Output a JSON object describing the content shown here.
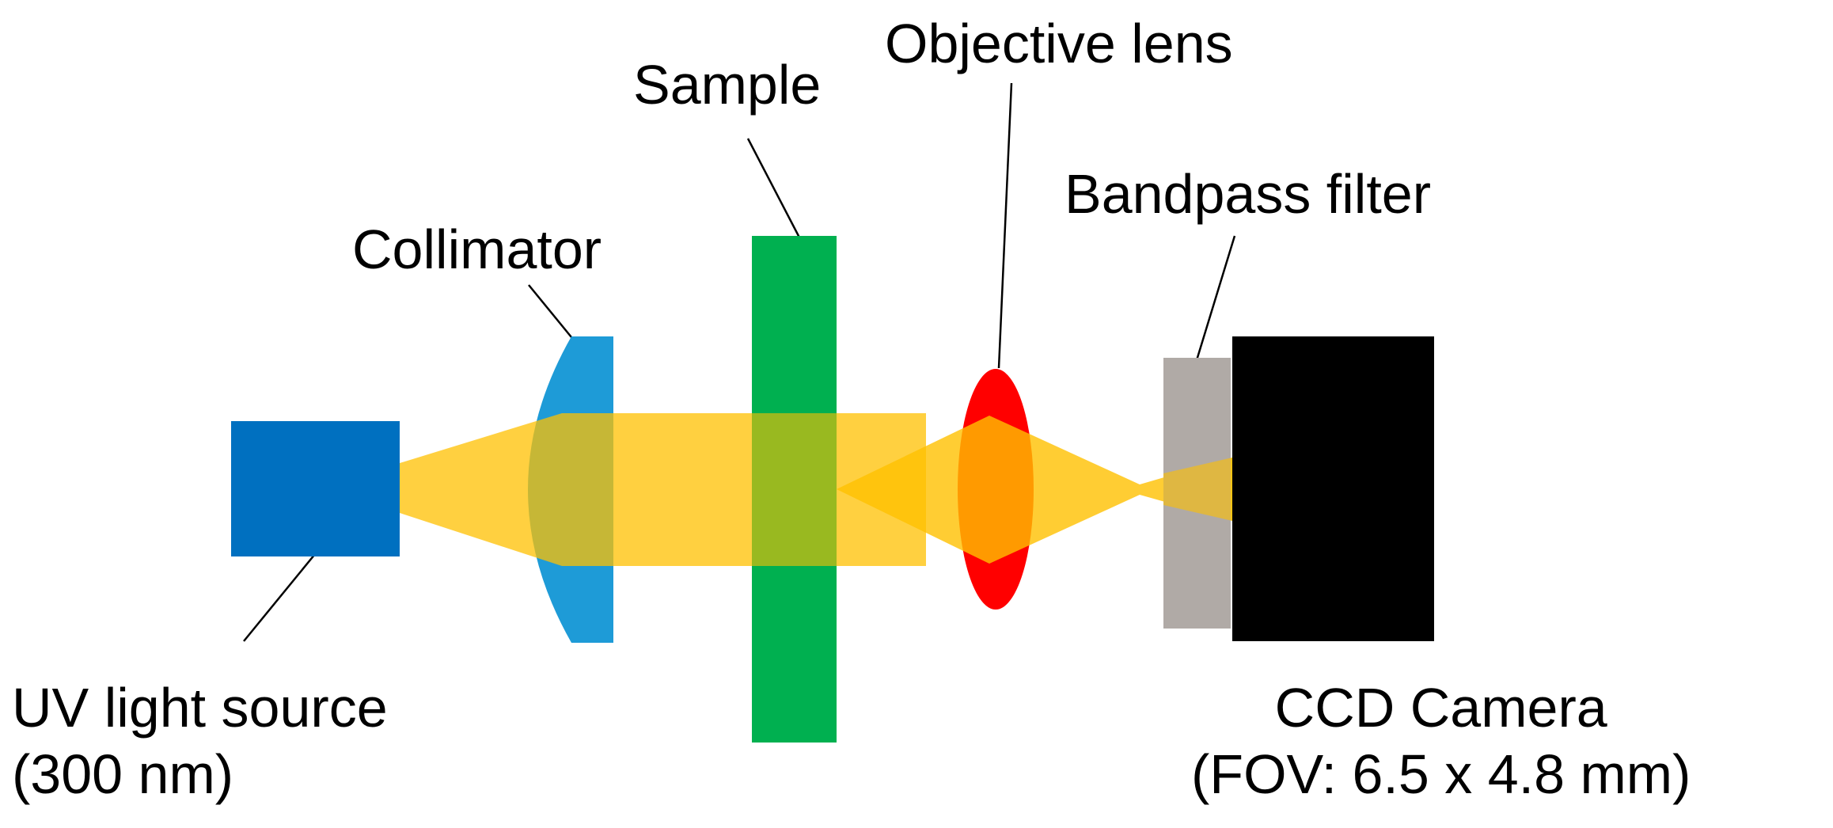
{
  "labels": {
    "sample": "Sample",
    "objective_lens": "Objective lens",
    "bandpass_filter": "Bandpass filter",
    "collimator": "Collimator",
    "uv_source_line1": "UV light source",
    "uv_source_line2": "(300 nm)",
    "ccd_line1": "CCD Camera",
    "ccd_line2": "(FOV: 6.5 x 4.8 mm)"
  },
  "colors": {
    "uv_source": "#0070C0",
    "collimator": "#1E9BD7",
    "light_beam": "#FFC000",
    "sample": "#00B050",
    "objective_lens": "#FF0000",
    "bandpass_filter": "#B0AAA6",
    "ccd_camera": "#000000"
  }
}
